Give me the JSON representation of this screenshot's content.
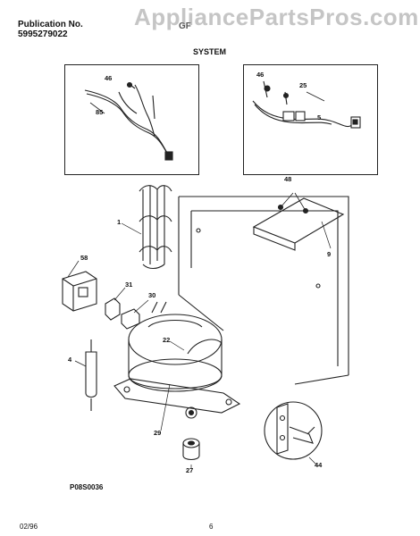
{
  "header": {
    "publication_label": "Publication No.",
    "publication_number": "5995279022",
    "model": "GF",
    "section_title": "SYSTEM",
    "watermark": "AppliancePartsPros.com"
  },
  "inset_left": {
    "callouts": [
      "46",
      "85"
    ]
  },
  "inset_right": {
    "callouts": [
      "46",
      "25",
      "5"
    ]
  },
  "callouts": {
    "c1": "1",
    "c9": "9",
    "c48": "48",
    "c58": "58",
    "c31": "31",
    "c30": "30",
    "c22": "22",
    "c4": "4",
    "c29": "29",
    "c27": "27",
    "c44": "44"
  },
  "footer": {
    "figure_code": "P08S0036",
    "date": "02/96",
    "page": "6"
  }
}
